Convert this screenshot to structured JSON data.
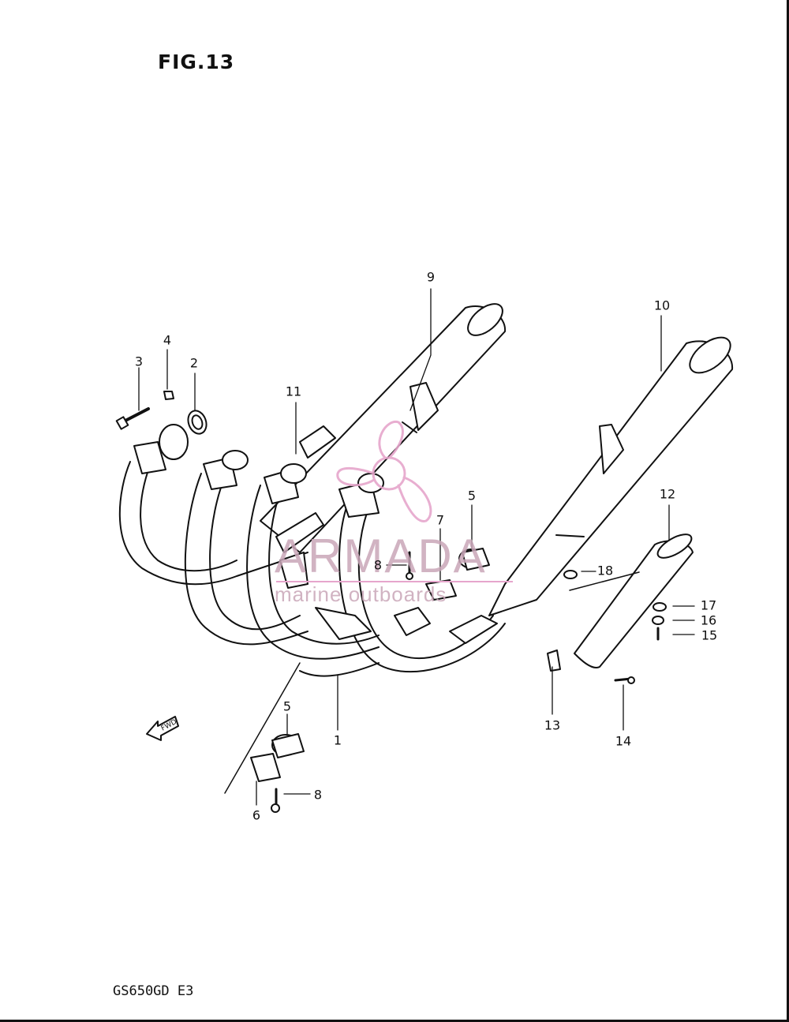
{
  "figure": {
    "title": "FIG.13",
    "model": "GS650GD E3"
  },
  "watermark": {
    "brand": "ARMADA",
    "tagline": "marine outboards",
    "color": "#e6a6cc"
  },
  "fwd_arrow": {
    "label": "FWD"
  },
  "callouts": [
    "1",
    "2",
    "3",
    "4",
    "5",
    "5",
    "6",
    "7",
    "8",
    "8",
    "9",
    "10",
    "11",
    "12",
    "13",
    "14",
    "15",
    "16",
    "17",
    "18"
  ]
}
